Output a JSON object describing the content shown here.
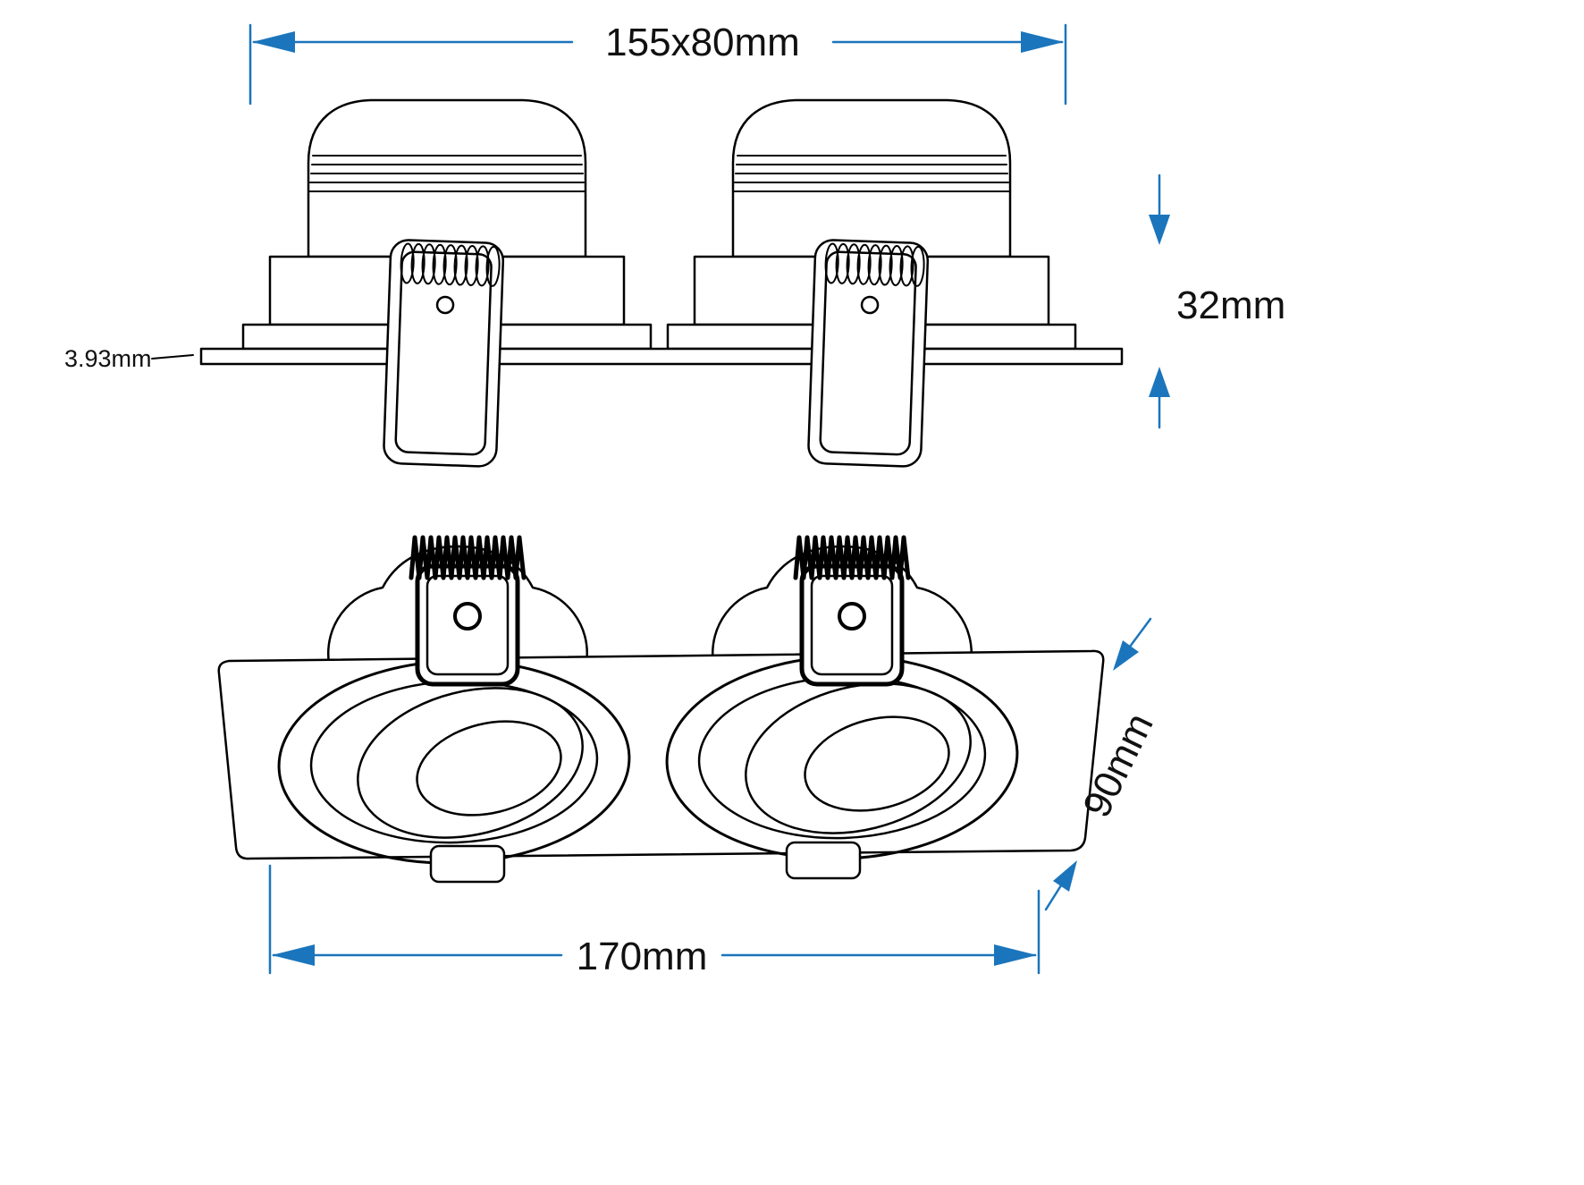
{
  "page": {
    "background": "#ffffff"
  },
  "colors": {
    "line": "#000000",
    "dimension_accent": "#1b75bc"
  },
  "dimensions": {
    "cutout": "155x80mm",
    "height": "32mm",
    "plate_thickness": "3.93mm",
    "width": "170mm",
    "depth": "90mm"
  }
}
